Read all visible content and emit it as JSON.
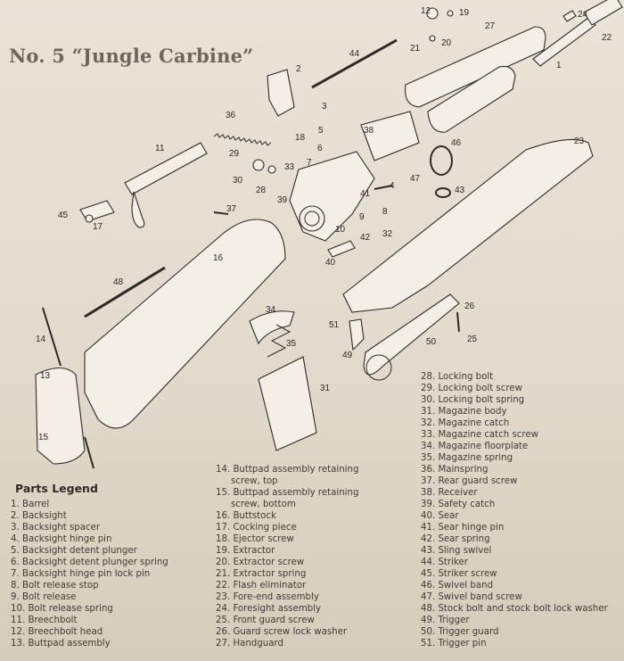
{
  "title": "No. 5 “Jungle Carbine”",
  "legend": {
    "heading": "Parts Legend",
    "col1": [
      "1. Barrel",
      "2. Backsight",
      "3. Backsight spacer",
      "4. Backsight hinge pin",
      "5. Backsight detent plunger",
      "6. Backsight detent plunger spring",
      "7. Backsight hinge pin lock pin",
      "8. Bolt release stop",
      "9. Bolt release",
      "10. Bolt release spring",
      "11. Breechbolt",
      "12. Breechbolt head",
      "13. Buttpad assembly"
    ],
    "col2": [
      "14. Buttpad assembly retaining",
      "screw, top",
      "15. Buttpad assembly retaining",
      "screw, bottom",
      "16. Buttstock",
      "17. Cocking piece",
      "18. Ejector screw",
      "19. Extractor",
      "20. Extractor screw",
      "21. Extractor spring",
      "22. Flash eliminator",
      "23. Fore-end assembly",
      "24. Foresight assembly",
      "25. Front guard screw",
      "26. Guard screw lock washer",
      "27. Handguard"
    ],
    "col3": [
      "28. Locking bolt",
      "29. Locking bolt screw",
      "30. Locking bolt spring",
      "31. Magazine body",
      "32. Magazine catch",
      "33. Magazine catch screw",
      "34. Magazine floorplate",
      "35. Magazine spring",
      "36. Mainspring",
      "37. Rear guard screw",
      "38. Receiver",
      "39. Safety catch",
      "40. Sear",
      "41. Sear hinge pin",
      "42. Sear spring",
      "43. Sling swivel",
      "44. Striker",
      "45. Striker screw",
      "46. Swivel band",
      "47. Swivel band screw",
      "48. Stock bolt and stock bolt lock washer",
      "49. Trigger",
      "50. Trigger guard",
      "51. Trigger pin"
    ]
  },
  "callouts": [
    "1",
    "2",
    "3",
    "4",
    "5",
    "6",
    "7",
    "8",
    "9",
    "10",
    "11",
    "12",
    "13",
    "14",
    "15",
    "16",
    "17",
    "18",
    "19",
    "20",
    "21",
    "22",
    "23",
    "24",
    "25",
    "26",
    "27",
    "28",
    "29",
    "30",
    "31",
    "32",
    "33",
    "34",
    "35",
    "36",
    "37",
    "38",
    "39",
    "40",
    "41",
    "42",
    "43",
    "44",
    "45",
    "46",
    "47",
    "48",
    "49",
    "50",
    "51"
  ]
}
